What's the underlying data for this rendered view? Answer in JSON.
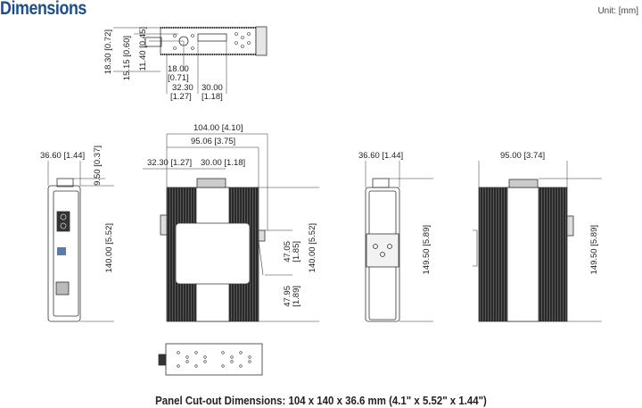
{
  "header": {
    "title": "Dimensions",
    "unit": "Unit: [mm]"
  },
  "top_view": {
    "dims": [
      "18.30 [0.72]",
      "15.15 [0.60]",
      "11.40 [0.45]",
      "18.00",
      "[0.71]",
      "32.30",
      "[1.27]",
      "30.00",
      "[1.18]"
    ]
  },
  "left_view": {
    "width": "36.60 [1.44]",
    "din": "9.50 [0.37]",
    "height": "140.00 [5.52]"
  },
  "front_view": {
    "overall_width": "104.00 [4.10]",
    "body_width": "95.06 [3.75]",
    "offset1": "32.30 [1.27]",
    "offset2": "30.00 [1.18]",
    "upper": "47.05",
    "upper_in": "[1.85]",
    "lower": "47.95",
    "lower_in": "[1.89]",
    "height": "140.00 [5.52]"
  },
  "right_view": {
    "width": "36.60 [1.44]",
    "height": "149.50 [5.89]"
  },
  "rear_view": {
    "width": "95.00 [3.74]",
    "height": "149.50 [5.89]"
  },
  "caption": "Panel Cut-out Dimensions: 104 x 140 x 36.6 mm (4.1\" x 5.52\" x 1.44\")"
}
